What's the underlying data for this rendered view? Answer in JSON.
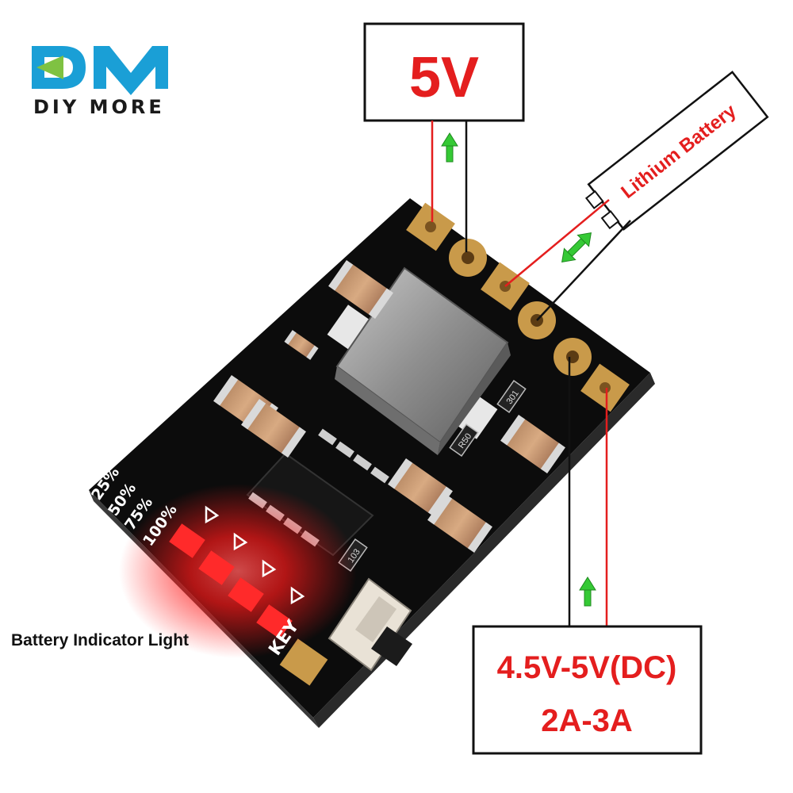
{
  "logo": {
    "mark": "DM",
    "wordmark": "DIY MORE",
    "color": "#1a9fd6"
  },
  "output_box": {
    "label": "5V",
    "color": "#e41e1e"
  },
  "battery": {
    "label": "Lithium Battery",
    "color": "#e41e1e"
  },
  "input_box": {
    "line1": "4.5V-5V(DC)",
    "line2": "2A-3A",
    "color": "#e41e1e"
  },
  "indicator": {
    "caption": "Battery Indicator Light",
    "levels": [
      "25%",
      "50%",
      "75%",
      "100%"
    ],
    "key_label": "KEY"
  },
  "board": {
    "chip_markings": [
      "103",
      "301",
      "R50"
    ]
  },
  "colors": {
    "wire_positive": "#e41e1e",
    "wire_negative": "#111111",
    "arrow": "#35c935",
    "pcb": "#0c0c0c",
    "pad": "#c99a4a",
    "led": "#ff1a1a"
  }
}
